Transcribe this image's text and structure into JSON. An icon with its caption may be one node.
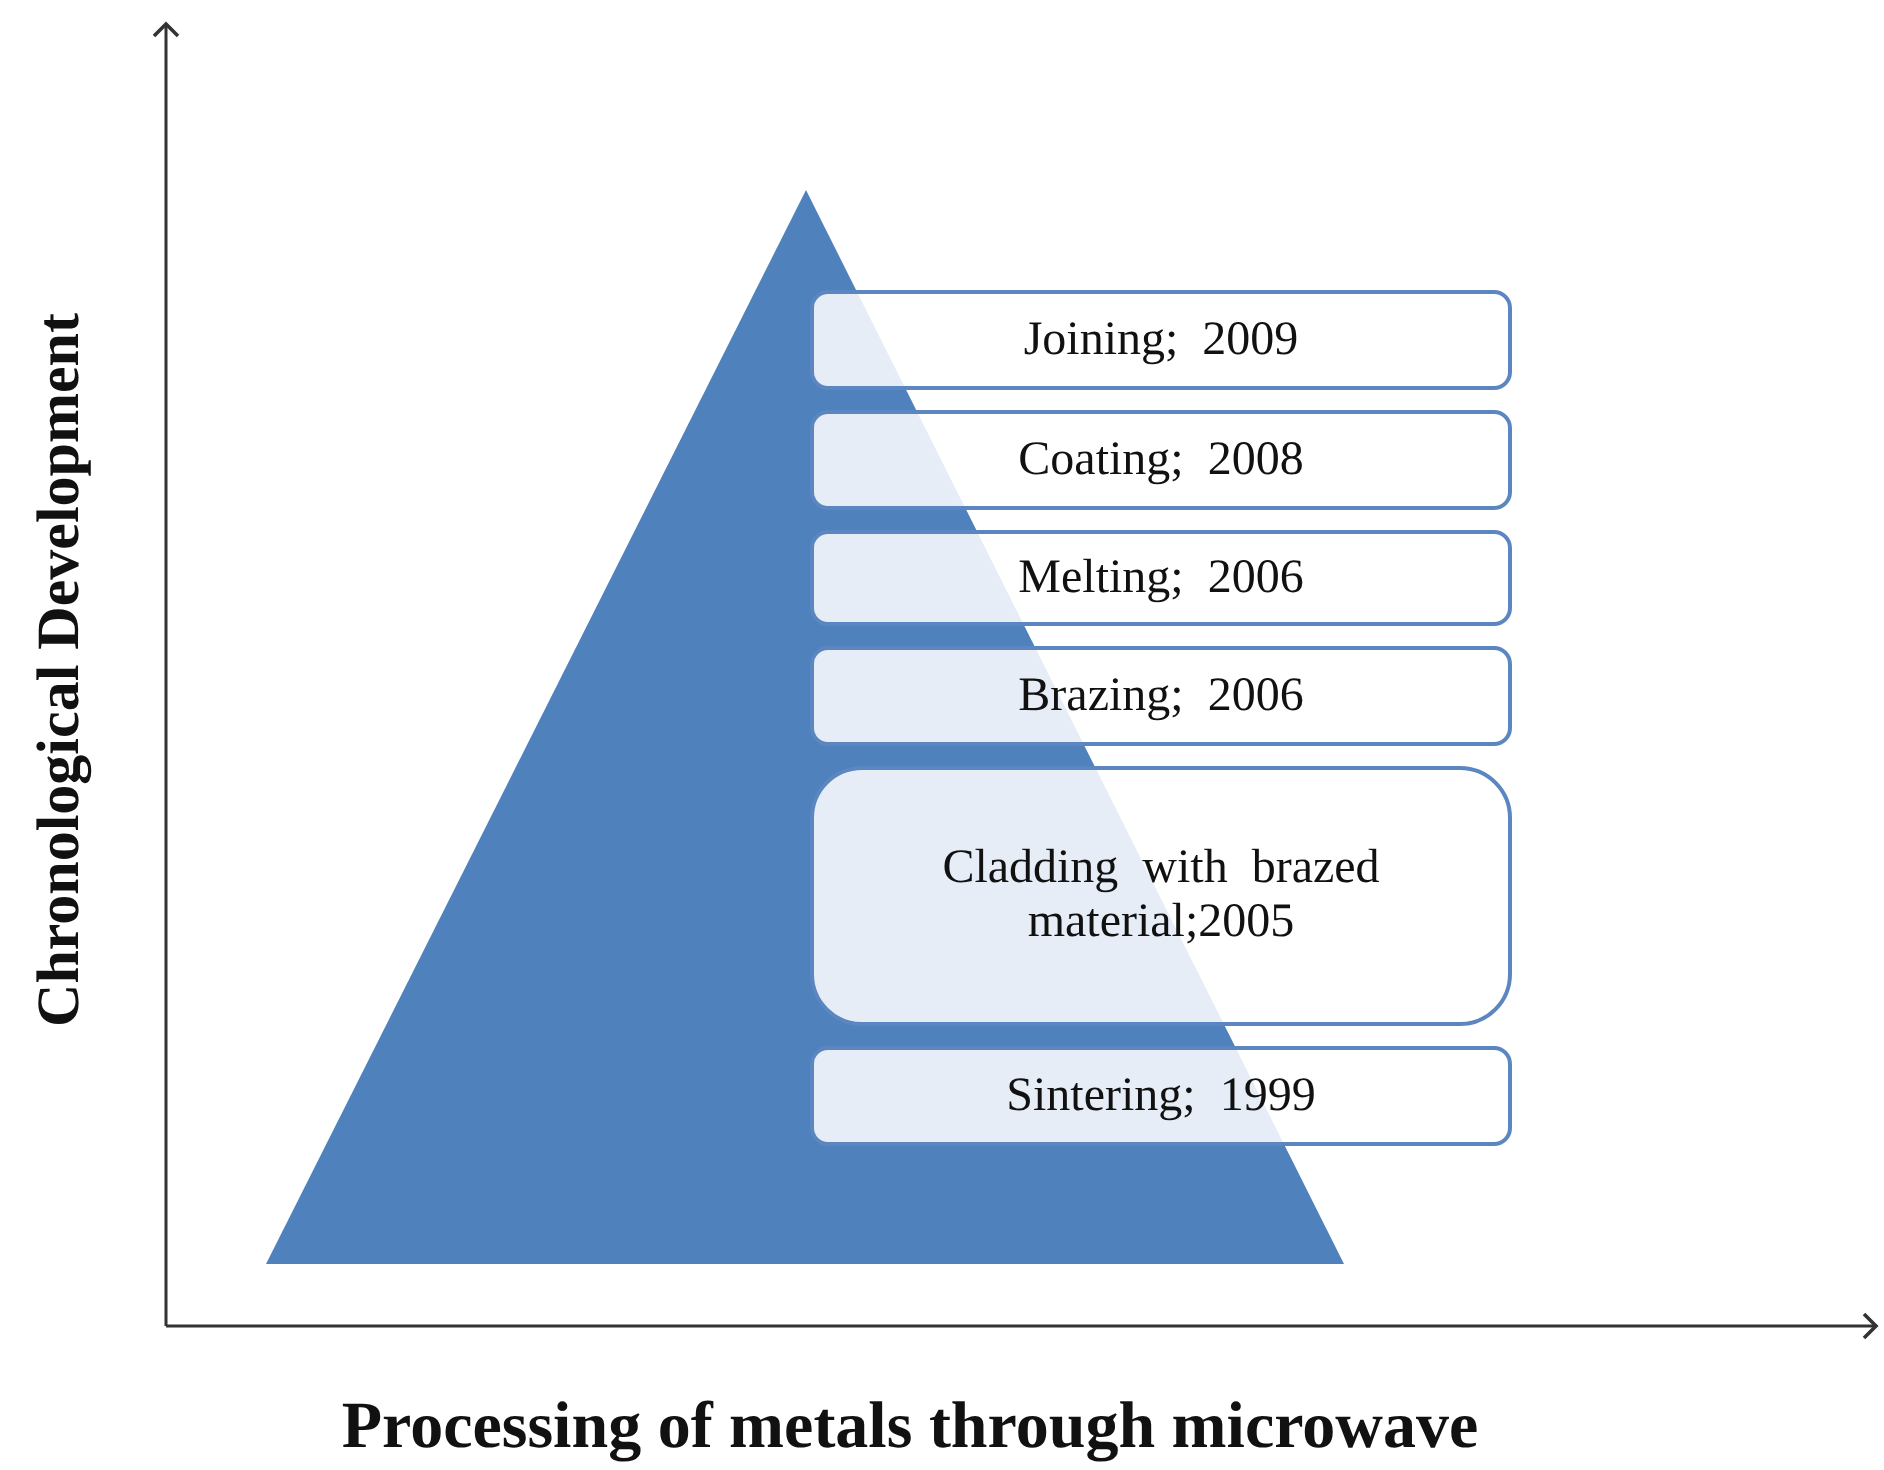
{
  "diagram": {
    "nodes": [
      {
        "text": [
          "Joining;  2009"
        ]
      },
      {
        "text": [
          "Coating;  2008"
        ]
      },
      {
        "text": [
          "Melting;  2006"
        ]
      },
      {
        "text": [
          "Brazing;  2006"
        ]
      },
      {
        "text": [
          "Cladding  with  brazed material;2005"
        ]
      },
      {
        "text": [
          "Sintering;  1999"
        ]
      }
    ],
    "edges": [],
    "labels": [
      "Chronological Development",
      "Processing of metals through microwave"
    ]
  }
}
